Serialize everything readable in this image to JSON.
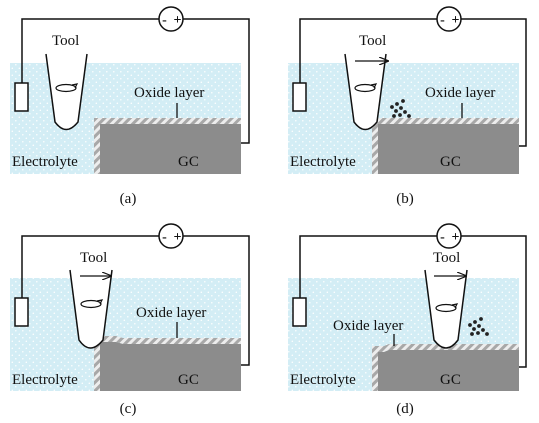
{
  "colors": {
    "electrolyte": "#d3edf5",
    "gc_block": "#8c8c8c",
    "oxide_layer": "#c7c7c7",
    "wire": "#111111",
    "tool": "#ffffff"
  },
  "icons": {
    "power_source": "dc-source-icon",
    "tool_rotation": "rotation-arrow-icon",
    "tool_feed": "right-arrow-icon",
    "debris": "dot-cluster-icon"
  },
  "panels": [
    {
      "caption": "(a)",
      "tool_label": "Tool",
      "oxide_label": "Oxide layer",
      "electrolyte_label": "Electrolyte",
      "gc_label": "GC",
      "source_minus": "-",
      "source_plus": "+"
    },
    {
      "caption": "(b)",
      "tool_label": "Tool",
      "oxide_label": "Oxide layer",
      "electrolyte_label": "Electrolyte",
      "gc_label": "GC",
      "source_minus": "-",
      "source_plus": "+"
    },
    {
      "caption": "(c)",
      "tool_label": "Tool",
      "oxide_label": "Oxide layer",
      "electrolyte_label": "Electrolyte",
      "gc_label": "GC",
      "source_minus": "-",
      "source_plus": "+"
    },
    {
      "caption": "(d)",
      "tool_label": "Tool",
      "oxide_label": "Oxide layer",
      "electrolyte_label": "Electrolyte",
      "gc_label": "GC",
      "source_minus": "-",
      "source_plus": "+"
    }
  ]
}
